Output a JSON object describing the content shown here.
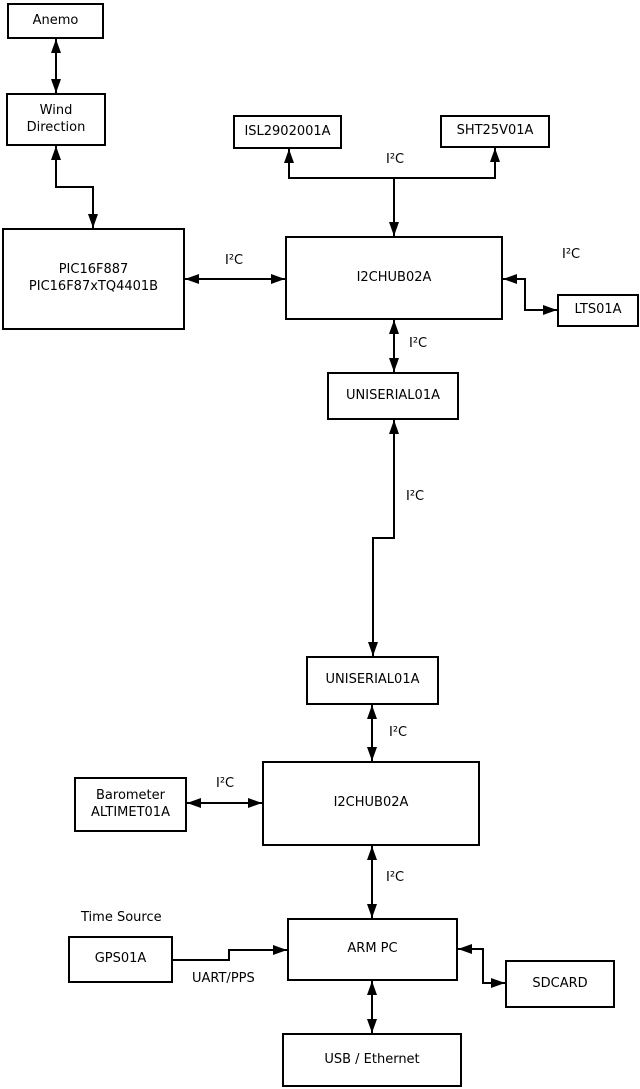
{
  "diagram": {
    "nodes": {
      "anemo": {
        "label": "Anemo"
      },
      "wind_direction": {
        "label": "Wind\nDirection"
      },
      "pic": {
        "label": "PIC16F887\nPIC16F87xTQ4401B"
      },
      "isl": {
        "label": "ISL2902001A"
      },
      "sht": {
        "label": "SHT25V01A"
      },
      "i2c_hub_top": {
        "label": "I2CHUB02A"
      },
      "lts": {
        "label": "LTS01A"
      },
      "uniserial_top": {
        "label": "UNISERIAL01A"
      },
      "uniserial_bottom": {
        "label": "UNISERIAL01A"
      },
      "i2c_hub_bottom": {
        "label": "I2CHUB02A"
      },
      "barometer": {
        "label": "Barometer\nALTIMET01A"
      },
      "gps": {
        "label": "GPS01A"
      },
      "arm_pc": {
        "label": "ARM PC"
      },
      "sdcard": {
        "label": "SDCARD"
      },
      "usb_ethernet": {
        "label": "USB / Ethernet"
      }
    },
    "captions": {
      "time_source": "Time Source"
    },
    "edge_labels": {
      "hub_sensors": "I²C",
      "pic_hub": "I²C",
      "hub_lts": "I²C",
      "hub_uniserial": "I²C",
      "uniserial_link": "I²C",
      "uniserial_hub2": "I²C",
      "barometer_hub2": "I²C",
      "hub2_armpc": "I²C",
      "gps_armpc": "UART/PPS"
    },
    "colors": {
      "line": "#000000",
      "box_border": "#000000",
      "box_fill": "#ffffff",
      "background": "#ffffff"
    }
  }
}
